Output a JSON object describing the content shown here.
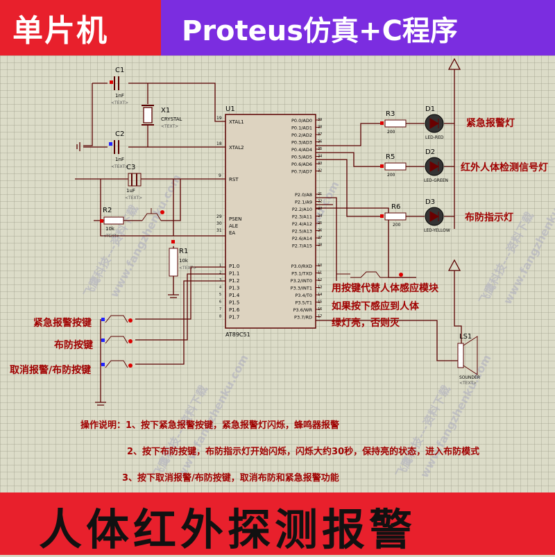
{
  "header": {
    "left_title": "单片机",
    "right_title": "Proteus仿真+C程序"
  },
  "footer": {
    "title": "人体红外探测报警"
  },
  "colors": {
    "banner_red": "#e8202c",
    "banner_purple": "#7b2de0",
    "wire": "#5a0000",
    "label": "#a00000"
  },
  "schematic": {
    "c1": "C1",
    "c1_val": "1nF",
    "c2": "C2",
    "c2_val": "1nF",
    "text_tag": "<TEXT>",
    "x1": "X1",
    "x1_val": "CRYSTAL",
    "c3": "C3",
    "c3_val": "1uF",
    "r1": "R1",
    "r1_val": "10k",
    "r2": "R2",
    "r2_val": "10k",
    "u1": "U1",
    "u1_chip": "AT89C51",
    "xtal1": "XTAL1",
    "xtal2": "XTAL2",
    "rst": "RST",
    "psen": "PSEN",
    "ale": "ALE",
    "ea": "EA",
    "pin19": "19",
    "pin18": "18",
    "pin9": "9",
    "pin29": "29",
    "pin30": "30",
    "pin31": "31",
    "p1_pins": [
      "P1.0",
      "P1.1",
      "P1.2",
      "P1.3",
      "P1.4",
      "P1.5",
      "P1.6",
      "P1.7"
    ],
    "p1_nums": [
      "1",
      "2",
      "3",
      "4",
      "5",
      "6",
      "7",
      "8"
    ],
    "p0_pins": [
      "P0.0/AD0",
      "P0.1/AD1",
      "P0.2/AD2",
      "P0.3/AD3",
      "P0.4/AD4",
      "P0.5/AD5",
      "P0.6/AD6",
      "P0.7/AD7"
    ],
    "p0_nums": [
      "39",
      "38",
      "37",
      "36",
      "35",
      "34",
      "33",
      "32"
    ],
    "p2_pins": [
      "P2.0/A8",
      "P2.1/A9",
      "P2.2/A10",
      "P2.3/A11",
      "P2.4/A12",
      "P2.5/A13",
      "P2.6/A14",
      "P2.7/A15"
    ],
    "p2_nums": [
      "21",
      "22",
      "23",
      "24",
      "25",
      "26",
      "27",
      "28"
    ],
    "p3_pins": [
      "P3.0/RXD",
      "P3.1/TXD",
      "P3.2/INT0",
      "P3.3/INT1",
      "P3.4/T0",
      "P3.5/T1",
      "P3.6/WR",
      "P3.7/RD"
    ],
    "p3_nums": [
      "10",
      "11",
      "12",
      "13",
      "14",
      "15",
      "16",
      "17"
    ],
    "r3": "R3",
    "r5": "R5",
    "r6": "R6",
    "r_val": "200",
    "d1": "D1",
    "d1_type": "LED-RED",
    "d2": "D2",
    "d2_type": "LED-GREEN",
    "d3": "D3",
    "d3_type": "LED-YELLOW",
    "ls1": "LS1",
    "ls1_type": "SOUNDER"
  },
  "labels": {
    "emergency_light": "紧急报警灯",
    "ir_signal_light": "红外人体检测信号灯",
    "arm_light": "布防指示灯",
    "sensor_note": [
      "用按键代替人体感应模块",
      "如果按下感应到人体",
      "绿灯亮，否则灭"
    ],
    "btn_emergency": "紧急报警按键",
    "btn_arm": "布防按键",
    "btn_cancel": "取消报警/布防按键"
  },
  "instructions": [
    "操作说明：1、按下紧急报警按键，紧急报警灯闪烁，蜂鸣器报警",
    "2、按下布防按键，布防指示灯开始闪烁，闪烁大约30秒，保持亮的状态，进入布防模式",
    "3、按下取消报警/布防按键，取消布防和紧急报警功能"
  ],
  "watermark": {
    "brand": "飞鹰科技---资料下载",
    "domain": "www.fangzhenku.com"
  }
}
